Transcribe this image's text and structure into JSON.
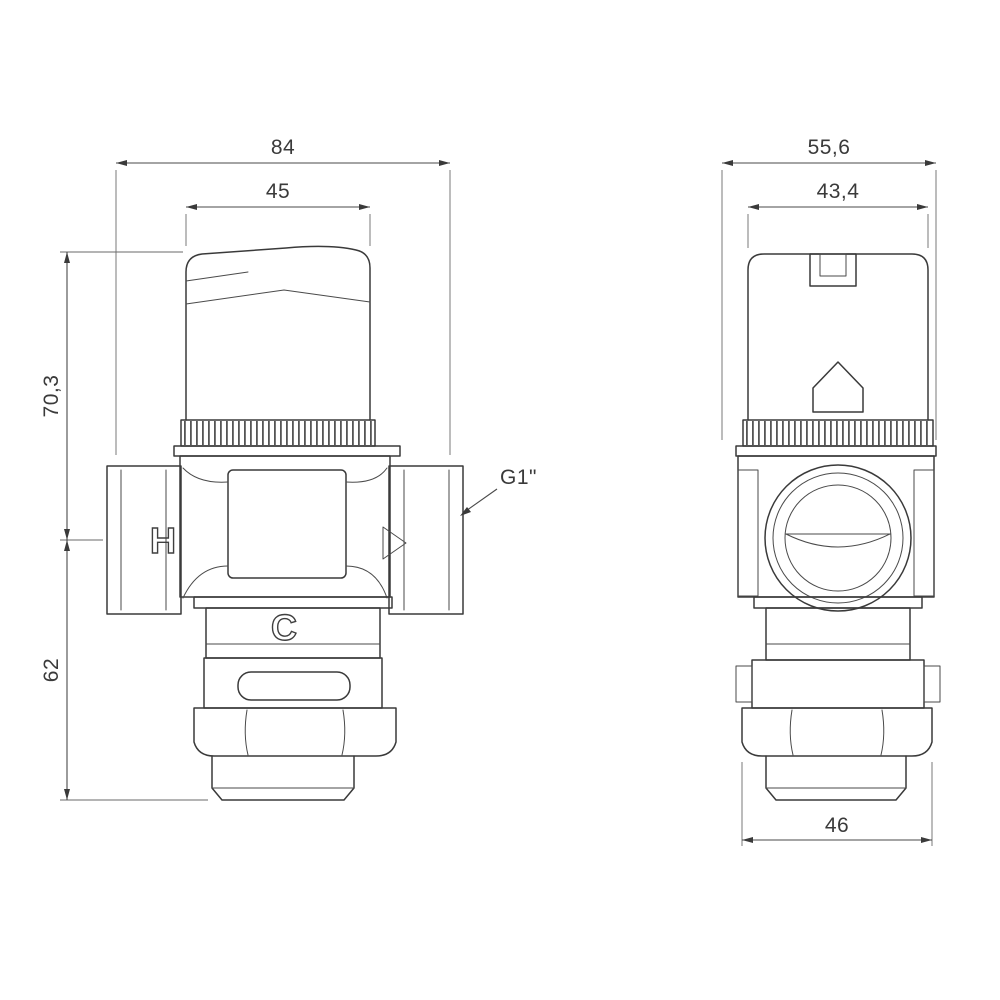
{
  "colors": {
    "background": "#ffffff",
    "object_line": "#3a3a3a",
    "dimension_line": "#4a4a4a"
  },
  "front_view": {
    "dim_overall_width": "84",
    "dim_cap_width": "45",
    "dim_upper_height": "70,3",
    "dim_lower_height": "62",
    "thread_callout": "G1\"",
    "marking_hot": "H",
    "marking_cold": "C"
  },
  "side_view": {
    "dim_body_width": "55,6",
    "dim_cap_width": "43,4",
    "dim_outlet_width": "46"
  }
}
